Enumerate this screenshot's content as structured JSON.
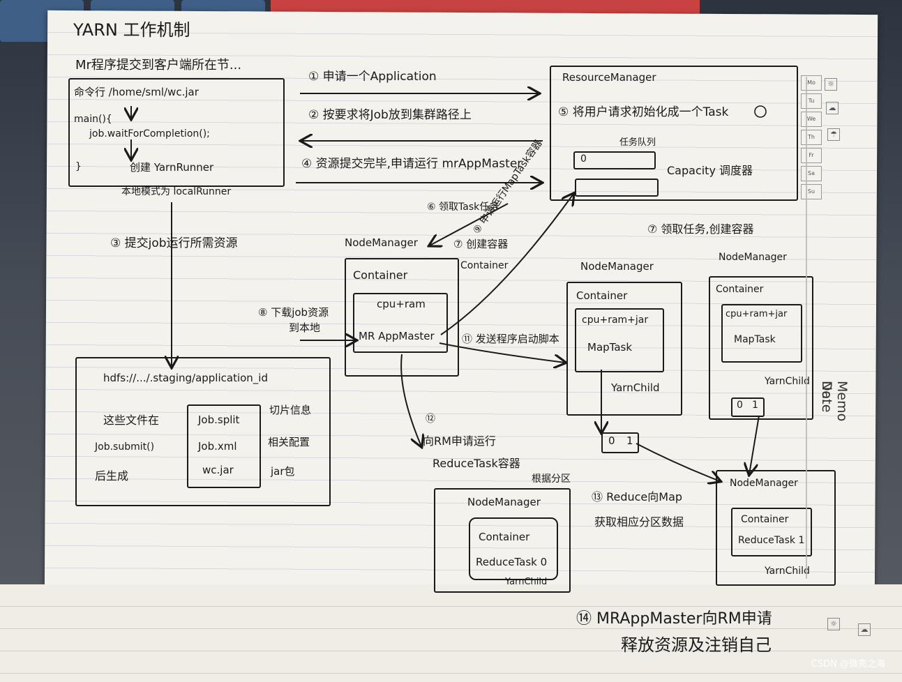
{
  "title": "YARN 工作机制",
  "intro": "Mr程序提交到客户端所在节...",
  "client": {
    "cmd": "命令行 /home/sml/wc.jar",
    "main": "main(){",
    "job": "job.waitForCompletion();",
    "brace": "}",
    "create": "创建 YarnRunner",
    "local": "本地模式为 localRunner"
  },
  "steps": {
    "s1": "① 申请一个Application",
    "s2": "② 按要求将Job放到集群路径上",
    "s4": "④ 资源提交完毕,申请运行 mrAppMaster",
    "s3": "③ 提交job运行所需资源",
    "s5": "⑤ 将用户请求初始化成一个Task",
    "s6": "⑥ 领取Task任务",
    "s7": "⑦ 创建容器",
    "s7b": "⑦ 领取任务,创建容器",
    "s8a": "⑧ 下载job资源",
    "s8b": "到本地",
    "s9": "⑨ 申请运行MapTask容器",
    "s11": "⑪ 发送程序启动脚本",
    "s12a": "⑫",
    "s12b": "向RM申请运行",
    "s12c": "ReduceTask容器",
    "s13a": "⑬ Reduce向Map",
    "s13b": "获取相应分区数据",
    "s14a": "⑭ MRAppMaster向RM申请",
    "s14b": "释放资源及注销自己"
  },
  "rm": {
    "title": "ResourceManager",
    "queue": "任务队列",
    "slot": "0",
    "sched": "Capacity 调度器"
  },
  "nm1": {
    "title": "NodeManager",
    "container": "Container",
    "res": "cpu+ram",
    "app": "MR AppMaster"
  },
  "nm2": {
    "title": "NodeManager",
    "container": "Container",
    "res": "cpu+ram+jar",
    "task": "MapTask",
    "child": "YarnChild",
    "part0": "0",
    "part1": "1"
  },
  "nm3": {
    "title": "NodeManager",
    "container": "Container",
    "res": "cpu+ram+jar",
    "task": "MapTask",
    "child": "YarnChild",
    "part0": "0",
    "part1": "1"
  },
  "nm4": {
    "title": "NodeManager",
    "container": "Container",
    "task": "ReduceTask 0",
    "child": "YarnChild",
    "note": "根据分区"
  },
  "nm5": {
    "title": "NodeManager",
    "container": "Container",
    "task": "ReduceTask 1",
    "child": "YarnChild"
  },
  "containerLabel": "Container",
  "hdfs": {
    "path": "hdfs://.../.staging/application_id",
    "gen1": "这些文件在",
    "gen2": "Job.submit()",
    "gen3": "后生成",
    "f1": "Job.split",
    "f2": "Job.xml",
    "f3": "wc.jar",
    "d1": "切片信息",
    "d2": "相关配置",
    "d3": "jar包"
  },
  "margin": {
    "days": [
      "Mo",
      "Tu",
      "We",
      "Th",
      "Fr",
      "Sa",
      "Su"
    ],
    "date": "Date",
    "memo": "Memo No."
  },
  "watermark": "CSDN @微亮之海"
}
